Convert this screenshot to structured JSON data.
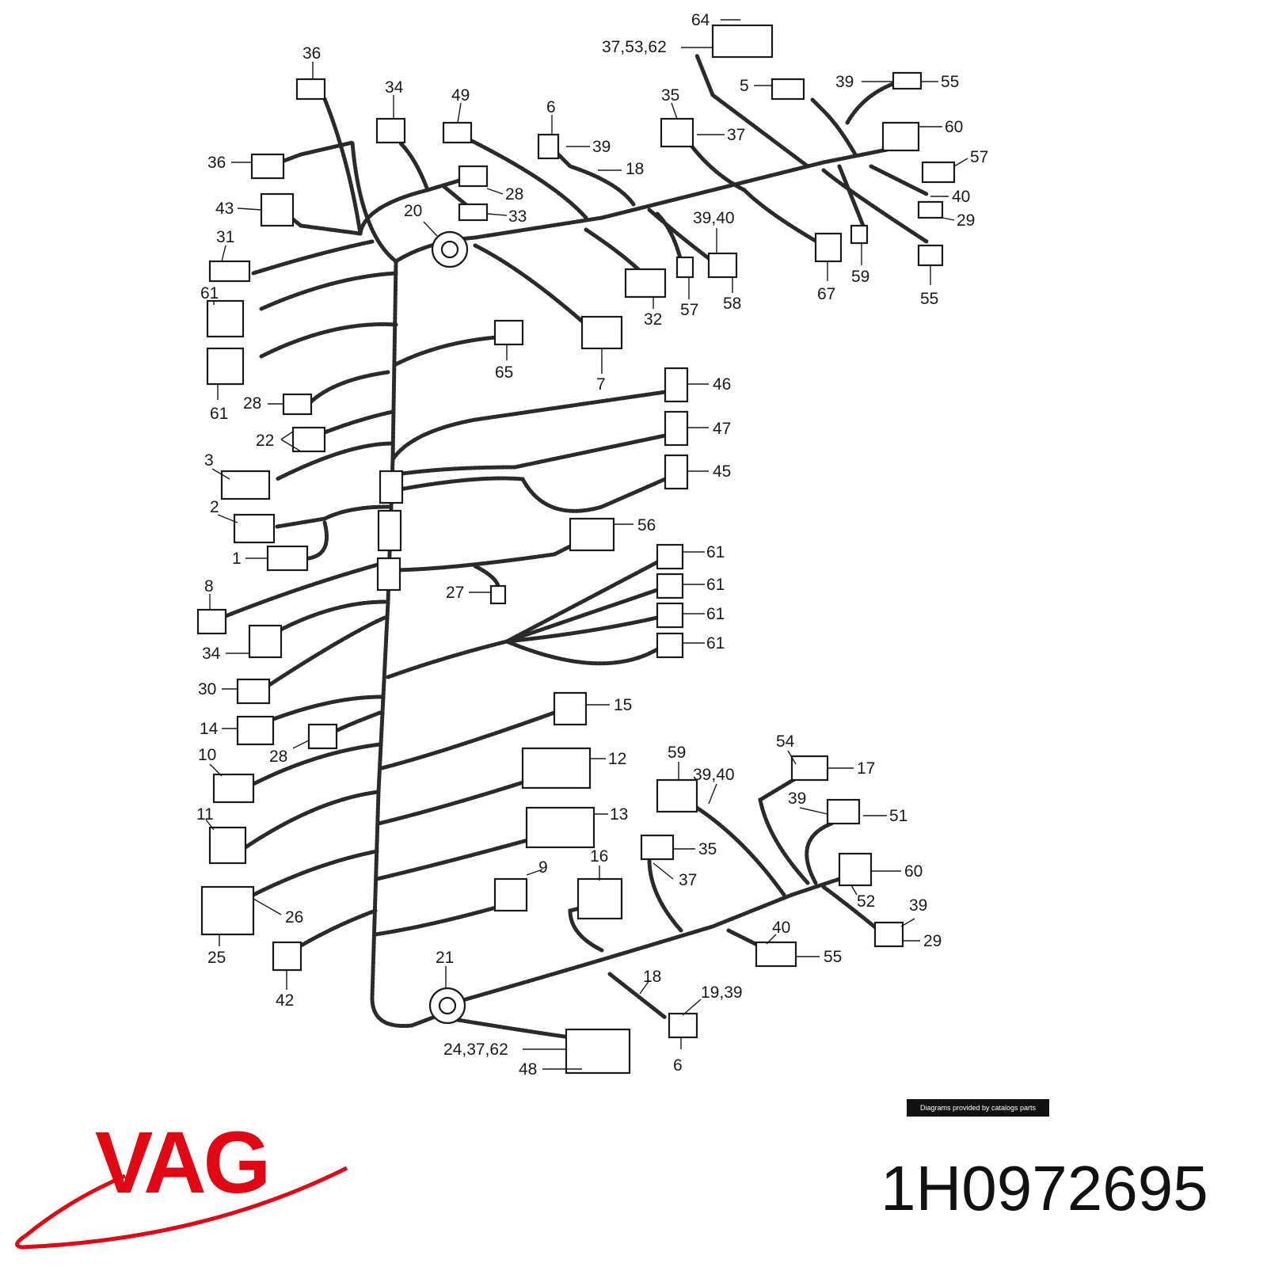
{
  "brand": {
    "name": "VAG",
    "color": "#e30613"
  },
  "part_number": "1H0972695",
  "credit": "Diagrams provided by catalogs parts",
  "callouts": [
    "64",
    "37,53,62",
    "36",
    "34",
    "49",
    "6",
    "39",
    "18",
    "35",
    "37",
    "5",
    "39",
    "55",
    "60",
    "57",
    "40",
    "29",
    "36",
    "28",
    "33",
    "20",
    "43",
    "31",
    "39,40",
    "67",
    "59",
    "55",
    "61",
    "32",
    "57",
    "58",
    "7",
    "65",
    "61",
    "28",
    "46",
    "22",
    "47",
    "3",
    "45",
    "2",
    "1",
    "56",
    "8",
    "27",
    "61",
    "61",
    "61",
    "61",
    "34",
    "30",
    "15",
    "14",
    "28",
    "10",
    "12",
    "59",
    "39,40",
    "54",
    "17",
    "11",
    "39",
    "51",
    "13",
    "35",
    "16",
    "9",
    "60",
    "37",
    "26",
    "52",
    "39",
    "25",
    "29",
    "40",
    "55",
    "21",
    "18",
    "19,39",
    "42",
    "24,37,62",
    "6",
    "48"
  ]
}
